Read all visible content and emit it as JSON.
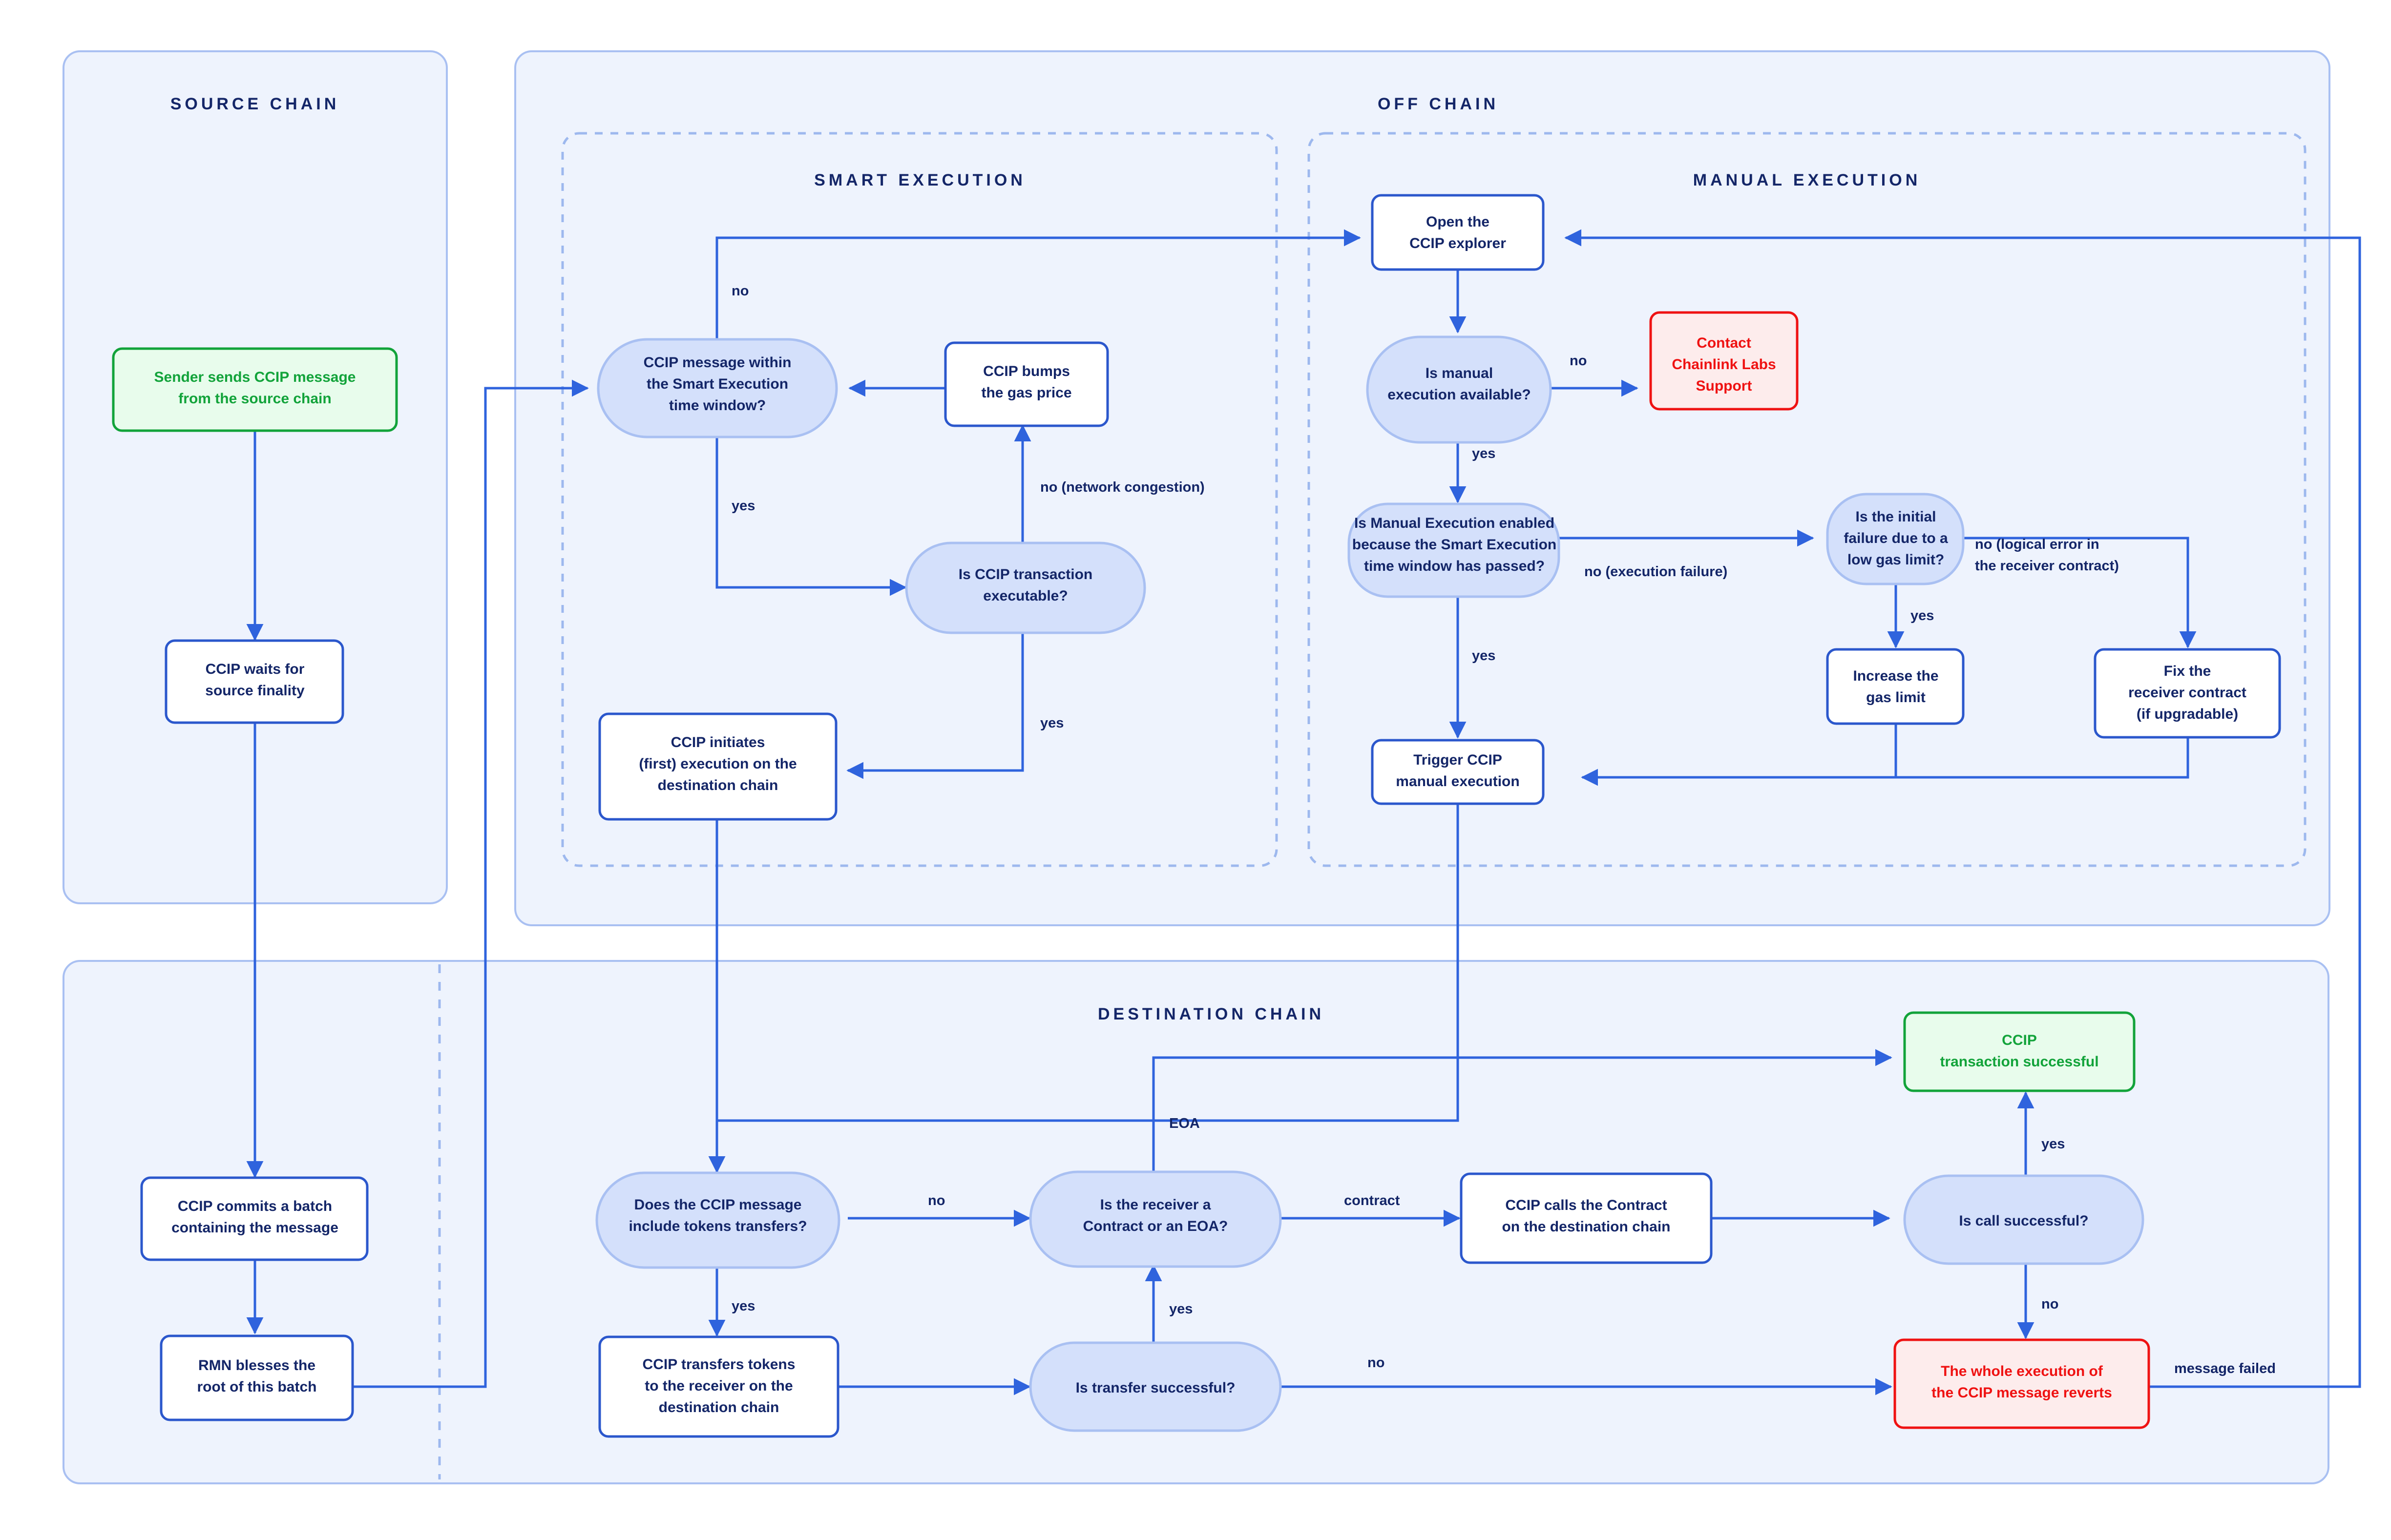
{
  "lanes": [
    {
      "id": "source-chain",
      "title": "SOURCE CHAIN"
    },
    {
      "id": "off-chain",
      "title": "OFF CHAIN"
    },
    {
      "id": "smart-execution",
      "title": "SMART EXECUTION"
    },
    {
      "id": "manual-execution",
      "title": "MANUAL EXECUTION"
    },
    {
      "id": "destination-chain",
      "title": "DESTINATION CHAIN"
    }
  ],
  "colors": {
    "lane_fill": "#eef3fd",
    "lane_stroke": "#a9c0f2",
    "dashed_stroke": "#9db8ee",
    "edge": "#2f63dd",
    "process_stroke": "#2b57cc",
    "process_fill": "#ffffff",
    "decision_fill": "#d4e0fb",
    "decision_stroke": "#a9c0f2",
    "success_fill": "#e8fcec",
    "success_stroke": "#12a33a",
    "success_text": "#12a33a",
    "error_fill": "#fdecec",
    "error_stroke": "#ef1212",
    "error_text": "#ef1212",
    "text": "#142668"
  },
  "nodes": {
    "sender_sends": {
      "lines": [
        "Sender sends CCIP message",
        "from the source chain"
      ],
      "type": "success"
    },
    "waits_finality": {
      "lines": [
        "CCIP waits for",
        "source finality"
      ],
      "type": "process"
    },
    "commits_batch": {
      "lines": [
        "CCIP commits a batch",
        "containing the message"
      ],
      "type": "process"
    },
    "rmn_blesses": {
      "lines": [
        "RMN blesses the",
        "root of this batch"
      ],
      "type": "process"
    },
    "within_window": {
      "lines": [
        "CCIP message within",
        "the Smart Execution",
        "time window?"
      ],
      "type": "decision"
    },
    "bumps_gas": {
      "lines": [
        "CCIP bumps",
        "the gas price"
      ],
      "type": "process"
    },
    "tx_executable": {
      "lines": [
        "Is CCIP transaction",
        "executable?"
      ],
      "type": "decision"
    },
    "initiates_exec": {
      "lines": [
        "CCIP initiates",
        "(first) execution on the",
        "destination chain"
      ],
      "type": "process"
    },
    "open_explorer": {
      "lines": [
        "Open the",
        "CCIP explorer"
      ],
      "type": "process"
    },
    "manual_available": {
      "lines": [
        "Is manual",
        "execution available?"
      ],
      "type": "decision"
    },
    "contact_support": {
      "lines": [
        "Contact",
        "Chainlink Labs",
        "Support"
      ],
      "type": "error"
    },
    "manual_enabled": {
      "lines": [
        "Is Manual Execution enabled",
        "because the Smart Execution",
        "time window has passed?"
      ],
      "type": "decision"
    },
    "initial_failure": {
      "lines": [
        "Is the initial",
        "failure due to a",
        "low gas limit?"
      ],
      "type": "decision"
    },
    "increase_gas": {
      "lines": [
        "Increase the",
        "gas limit"
      ],
      "type": "process"
    },
    "fix_receiver": {
      "lines": [
        "Fix the",
        "receiver contract",
        "(if upgradable)"
      ],
      "type": "process"
    },
    "trigger_manual": {
      "lines": [
        "Trigger CCIP",
        "manual execution"
      ],
      "type": "process"
    },
    "includes_tokens": {
      "lines": [
        "Does the CCIP message",
        "include tokens transfers?"
      ],
      "type": "decision"
    },
    "transfers_tokens": {
      "lines": [
        "CCIP transfers tokens",
        "to the receiver on the",
        "destination chain"
      ],
      "type": "process"
    },
    "transfer_success": {
      "lines": [
        "Is transfer successful?"
      ],
      "type": "decision"
    },
    "receiver_kind": {
      "lines": [
        "Is the receiver a",
        "Contract or an EOA?"
      ],
      "type": "decision"
    },
    "calls_contract": {
      "lines": [
        "CCIP calls the Contract",
        "on the destination chain"
      ],
      "type": "process"
    },
    "call_success": {
      "lines": [
        "Is call successful?"
      ],
      "type": "decision"
    },
    "tx_successful": {
      "lines": [
        "CCIP",
        "transaction successful"
      ],
      "type": "success"
    },
    "reverts": {
      "lines": [
        "The whole execution of",
        "the CCIP message reverts"
      ],
      "type": "error"
    }
  },
  "edge_labels": [
    {
      "id": "no-window",
      "text": "no"
    },
    {
      "id": "yes-window",
      "text": "yes"
    },
    {
      "id": "no-congestion",
      "text": "no (network congestion)"
    },
    {
      "id": "yes-executable",
      "text": "yes"
    },
    {
      "id": "no-manual",
      "text": "no"
    },
    {
      "id": "yes-manual",
      "text": "yes"
    },
    {
      "id": "no-exec-failure",
      "text": "no (execution failure)"
    },
    {
      "id": "no-logical-error",
      "text": "no (logical error in\nthe receiver contract)"
    },
    {
      "id": "yes-gas-limit",
      "text": "yes"
    },
    {
      "id": "yes-enabled",
      "text": "yes"
    },
    {
      "id": "eoa",
      "text": "EOA"
    },
    {
      "id": "no-tokens",
      "text": "no"
    },
    {
      "id": "yes-tokens",
      "text": "yes"
    },
    {
      "id": "yes-transfer",
      "text": "yes"
    },
    {
      "id": "no-transfer",
      "text": "no"
    },
    {
      "id": "contract",
      "text": "contract"
    },
    {
      "id": "yes-call",
      "text": "yes"
    },
    {
      "id": "no-call",
      "text": "no"
    },
    {
      "id": "message-failed",
      "text": "message failed"
    }
  ]
}
